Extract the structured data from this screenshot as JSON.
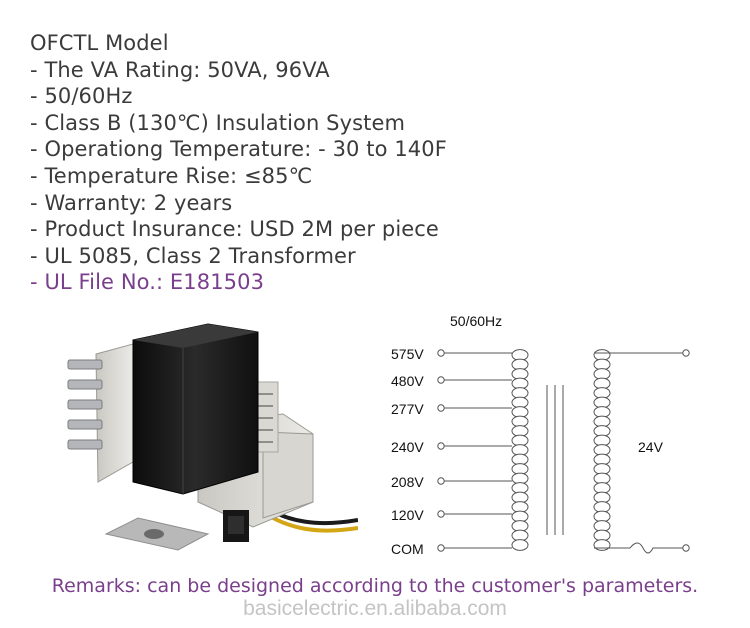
{
  "specs": [
    "OFCTL Model",
    "- The VA Rating: 50VA, 96VA",
    "- 50/60Hz",
    "- Class B (130℃)  Insulation System",
    "- Operationg Temperature: - 30 to 140F",
    "- Temperature Rise: ≤85℃",
    "- Warranty: 2 years",
    "- Product Insurance: USD 2M per piece",
    "- UL 5085, Class 2 Transformer",
    "- UL File No.: E181503"
  ],
  "schematic": {
    "frequency": "50/60Hz",
    "primary_taps": [
      "575V",
      "480V",
      "277V",
      "240V",
      "208V",
      "120V",
      "COM"
    ],
    "secondary_voltage": "24V"
  },
  "remarks": "Remarks: can be designed according to the customer's parameters.",
  "watermark": "basicelectric.en.alibaba.com",
  "colors": {
    "text": "#3b3b3b",
    "highlight": "#7a3f8c",
    "watermark": "#c4c4c4"
  }
}
